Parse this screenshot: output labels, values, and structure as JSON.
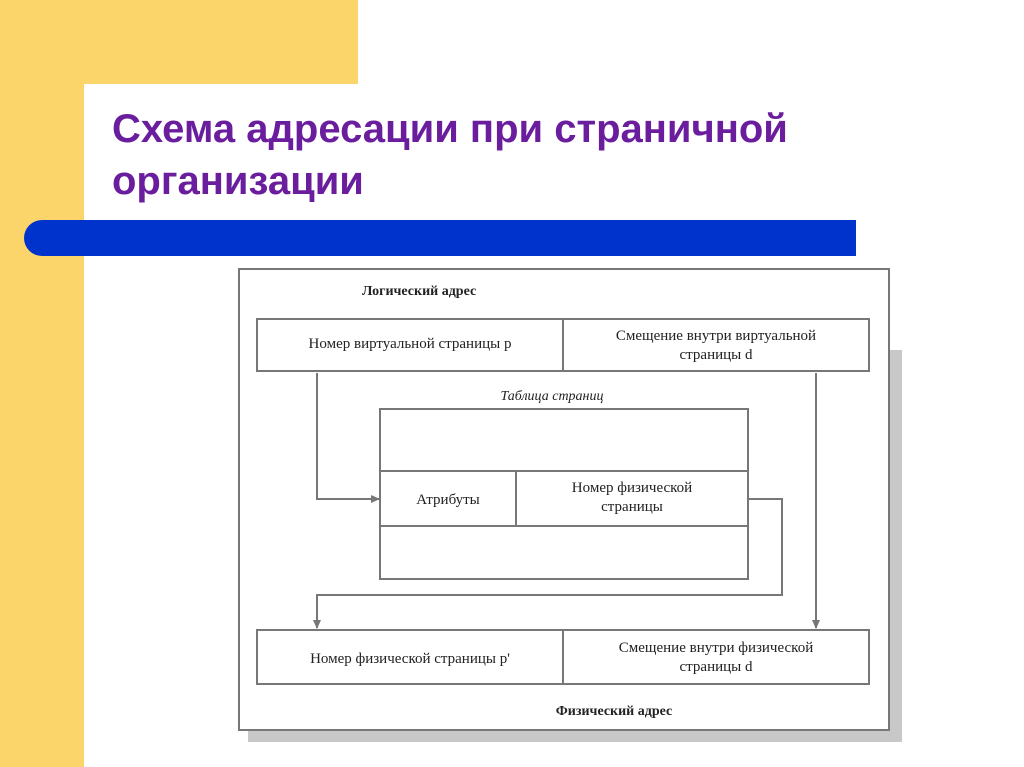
{
  "slide": {
    "title_line1": "Схема адресации при страничной",
    "title_line2": "организации"
  },
  "colors": {
    "background_accent": "#FBD46A",
    "title": "#6A1E9E",
    "bar": "#0033CC",
    "diagram_lines": "#777777"
  },
  "diagram": {
    "logical_address_label": "Логический адрес",
    "virtual_page_number": "Номер виртуальной страницы p",
    "virtual_offset_line1": "Смещение внутри виртуальной",
    "virtual_offset_line2": "страницы d",
    "page_table_label": "Таблица страниц",
    "attributes": "Атрибуты",
    "physical_page_number_line1": "Номер физической",
    "physical_page_number_line2": "страницы",
    "physical_page_number_p": "Номер физической страницы p'",
    "physical_offset_line1": "Смещение внутри физической",
    "physical_offset_line2": "страницы d",
    "physical_address_label": "Физический адрес"
  }
}
